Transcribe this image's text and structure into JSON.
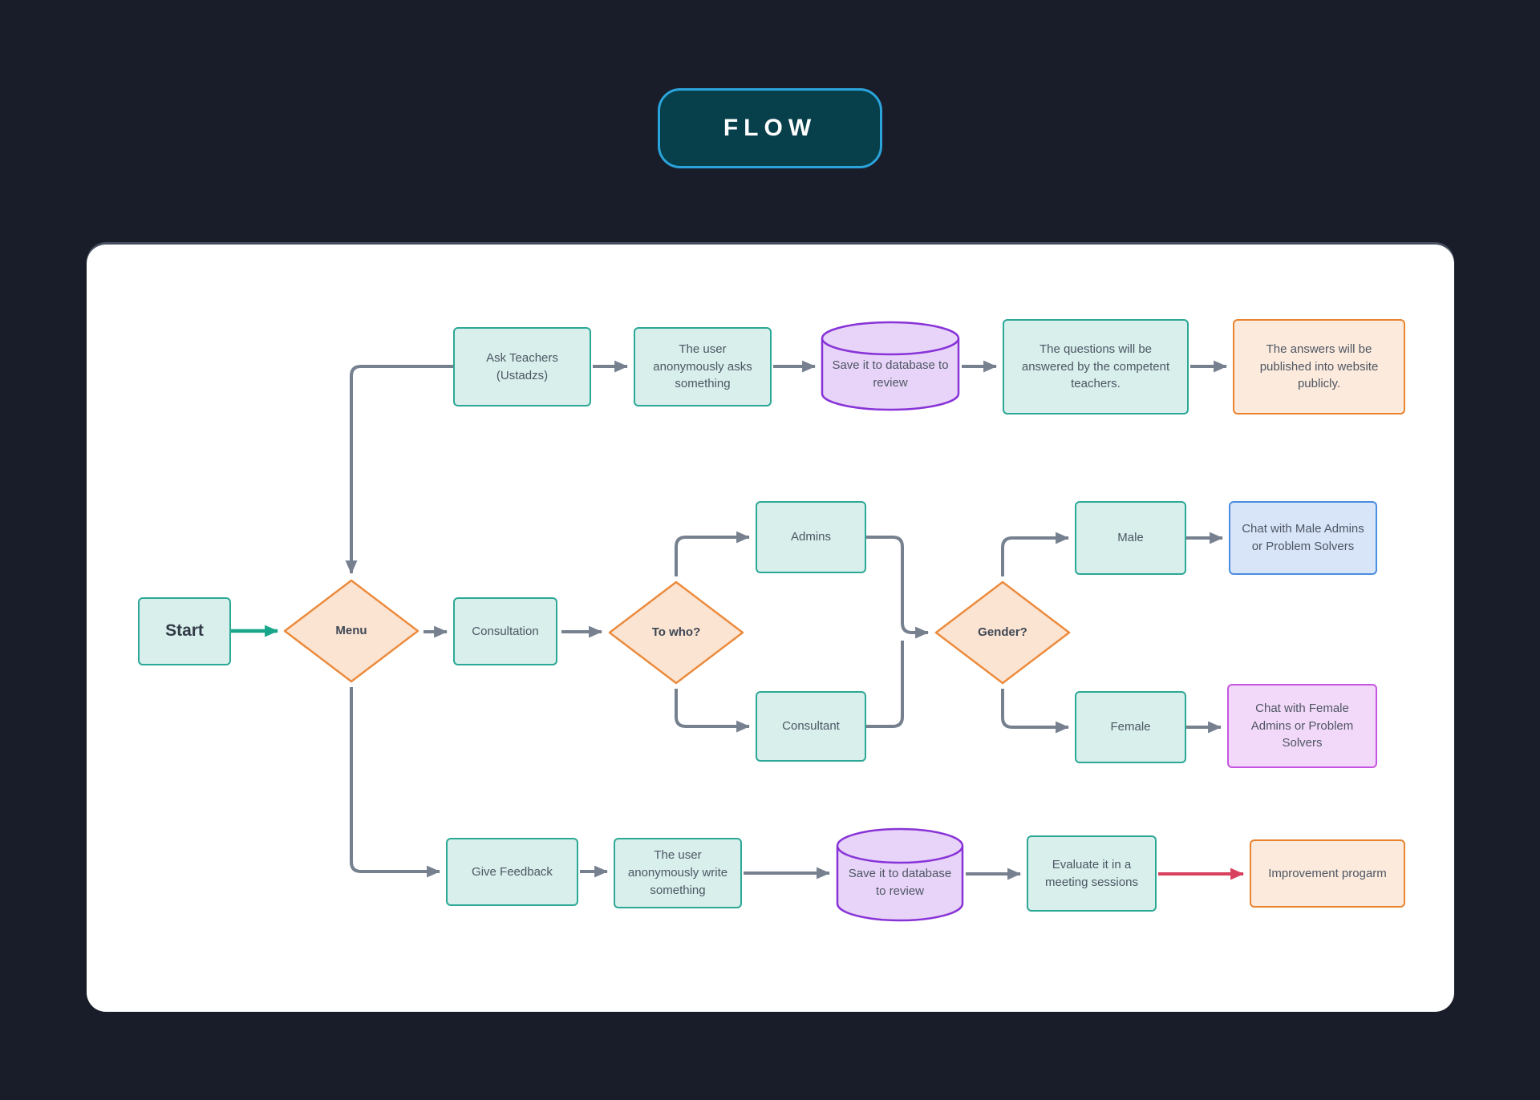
{
  "badge": {
    "label": "FLOW"
  },
  "colors": {
    "background": "#191d2a",
    "badge_fill": "#073f4b",
    "badge_border": "#2aa4da",
    "canvas": "#ffffff",
    "connector_gray": "#76808f",
    "connector_green": "#17a689",
    "connector_red": "#d8415e",
    "mint_fill": "#d8efec",
    "mint_border": "#2ca896",
    "peach_fill": "#fbe4d2",
    "peach_border": "#ec8b3d",
    "orange_fill": "#fceadc",
    "orange_border": "#e9832e",
    "purple_fill": "#e8d4f8",
    "purple_border": "#8833d8",
    "blue_fill": "#d8e5f8",
    "blue_border": "#4b8de0",
    "pink_fill": "#f3d9f9",
    "pink_border": "#c555e0",
    "text": "#4d5663"
  },
  "nodes": {
    "start": "Start",
    "menu": "Menu",
    "ask_teachers": "Ask Teachers (Ustadzs)",
    "user_asks": "The user anonymously asks something",
    "save_db_top": "Save it to database to review",
    "questions_answered": "The questions will be answered by the competent teachers.",
    "answers_published": "The answers will be published into website publicly.",
    "consultation": "Consultation",
    "to_who": "To who?",
    "admins": "Admins",
    "consultant": "Consultant",
    "gender": "Gender?",
    "male": "Male",
    "female": "Female",
    "chat_male": "Chat with Male Admins or Problem Solvers",
    "chat_female": "Chat with Female Admins or Problem Solvers",
    "give_feedback": "Give Feedback",
    "user_writes": "The user anonymously write something",
    "save_db_bottom": "Save it to database to review",
    "evaluate": "Evaluate it in a meeting sessions",
    "improvement": "Improvement progarm"
  },
  "edges": [
    {
      "from": "start",
      "to": "menu",
      "color": "green"
    },
    {
      "from": "ask_teachers",
      "to": "menu",
      "color": "gray"
    },
    {
      "from": "menu",
      "to": "consultation",
      "color": "gray"
    },
    {
      "from": "consultation",
      "to": "to_who",
      "color": "gray"
    },
    {
      "from": "to_who",
      "to": "admins",
      "color": "gray"
    },
    {
      "from": "to_who",
      "to": "consultant",
      "color": "gray"
    },
    {
      "from": "admins",
      "to": "gender",
      "color": "gray"
    },
    {
      "from": "consultant",
      "to": "gender",
      "color": "gray"
    },
    {
      "from": "gender",
      "to": "male",
      "color": "gray"
    },
    {
      "from": "gender",
      "to": "female",
      "color": "gray"
    },
    {
      "from": "male",
      "to": "chat_male",
      "color": "gray"
    },
    {
      "from": "female",
      "to": "chat_female",
      "color": "gray"
    },
    {
      "from": "ask_teachers",
      "to": "user_asks",
      "color": "gray"
    },
    {
      "from": "user_asks",
      "to": "save_db_top",
      "color": "gray"
    },
    {
      "from": "save_db_top",
      "to": "questions_answered",
      "color": "gray"
    },
    {
      "from": "questions_answered",
      "to": "answers_published",
      "color": "gray"
    },
    {
      "from": "menu",
      "to": "give_feedback",
      "color": "gray"
    },
    {
      "from": "give_feedback",
      "to": "user_writes",
      "color": "gray"
    },
    {
      "from": "user_writes",
      "to": "save_db_bottom",
      "color": "gray"
    },
    {
      "from": "save_db_bottom",
      "to": "evaluate",
      "color": "gray"
    },
    {
      "from": "evaluate",
      "to": "improvement",
      "color": "red"
    }
  ]
}
